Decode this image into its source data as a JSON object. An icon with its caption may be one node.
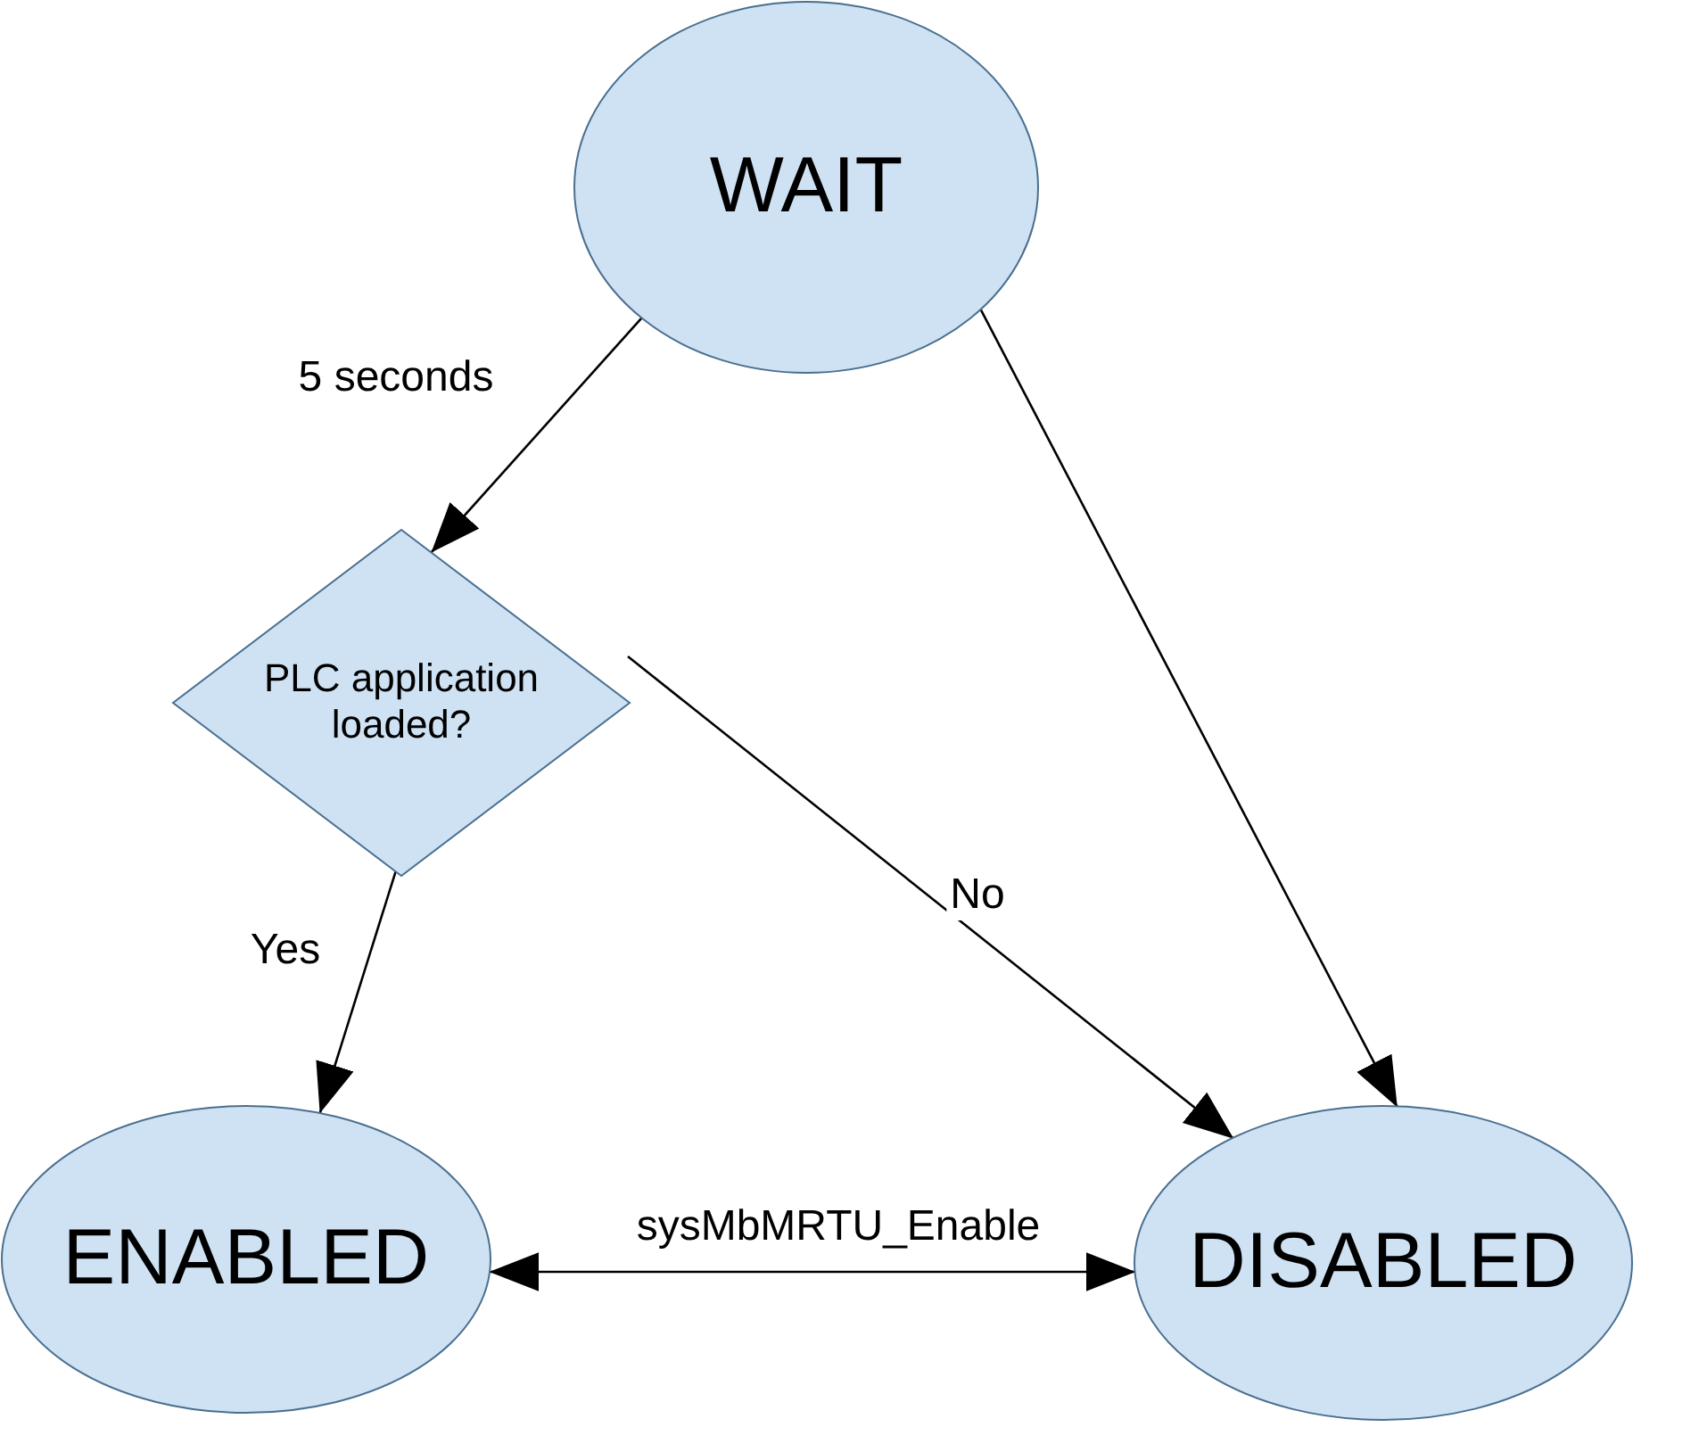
{
  "diagram": {
    "nodes": [
      {
        "text": [
          "WAIT"
        ]
      },
      {
        "text": [
          "PLC application loaded?"
        ]
      },
      {
        "text": [
          "ENABLED"
        ]
      },
      {
        "text": [
          "DISABLED"
        ]
      }
    ],
    "edges": [
      {
        "from": 0,
        "to": 1,
        "arrow": "to",
        "label": "5 seconds"
      },
      {
        "from": 1,
        "to": 2,
        "arrow": "to",
        "label": "Yes"
      },
      {
        "from": 1,
        "to": 3,
        "arrow": "to",
        "label": "No"
      },
      {
        "from": 0,
        "to": 3,
        "arrow": "to"
      },
      {
        "from": 2,
        "to": 3,
        "arrow": "both",
        "label": "sysMbMRTU_Enable"
      }
    ]
  }
}
